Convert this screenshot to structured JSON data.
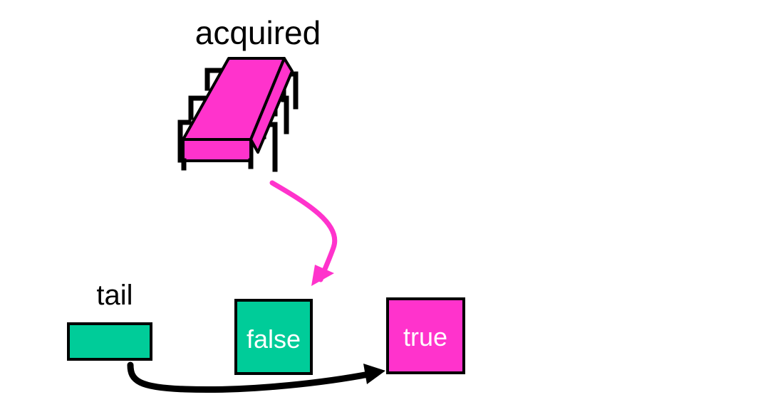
{
  "labels": {
    "acquired": "acquired",
    "tail": "tail"
  },
  "nodes": {
    "false_box": {
      "text": "false"
    },
    "true_box": {
      "text": "true"
    }
  },
  "colors": {
    "teal": "#00CC99",
    "magenta": "#FF33CC",
    "black": "#000000",
    "white": "#ffffff"
  },
  "icons": {
    "chip": "processor-chip-icon"
  }
}
